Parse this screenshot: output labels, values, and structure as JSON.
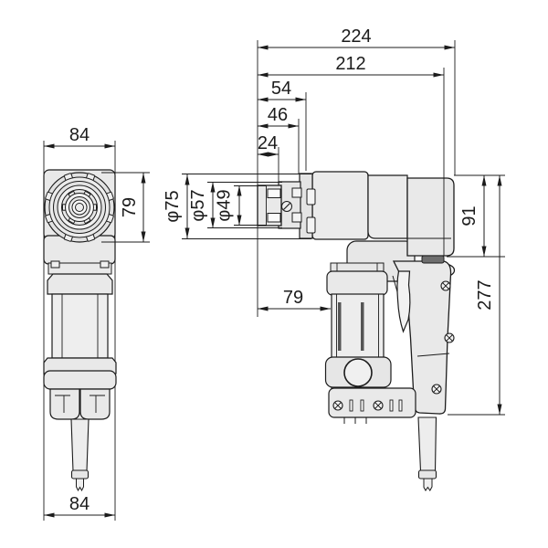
{
  "drawing": {
    "colors": {
      "line": "#1c1c1c",
      "body_fill": "#e9e9e9",
      "background": "#ffffff"
    },
    "dimensions": {
      "front": {
        "top_width": "84",
        "head_height": "79",
        "bottom_width": "84"
      },
      "side": {
        "overall_length": "224",
        "body_length": "212",
        "nose_length": "54",
        "sleeve_length": "46",
        "tip_length": "24",
        "nose_outer_dia": "φ75",
        "sleeve_dia": "φ57",
        "tip_dia": "φ49",
        "face_to_grip": "79",
        "motor_height": "91",
        "overall_height": "277"
      }
    }
  }
}
